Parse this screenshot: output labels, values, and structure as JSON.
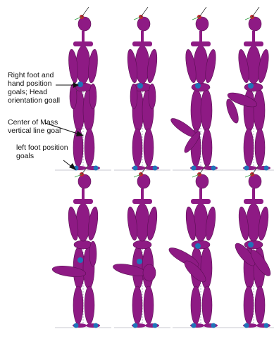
{
  "annotations": {
    "hand_goals": [
      "Right foot and",
      "hand position",
      "goals; Head",
      "orientation goall"
    ],
    "com_goal": [
      "Center of Mass",
      "vertical line goal"
    ],
    "foot_goals": [
      "left foot position",
      "goals"
    ]
  },
  "colors": {
    "body": "#8e1a84",
    "body_dark": "#5a0f53",
    "goal_marker": "#1f74b8",
    "head_marker": "#c1272d",
    "guide_line": "#8888aa",
    "ground": "#9999aa",
    "text": "#111111"
  }
}
